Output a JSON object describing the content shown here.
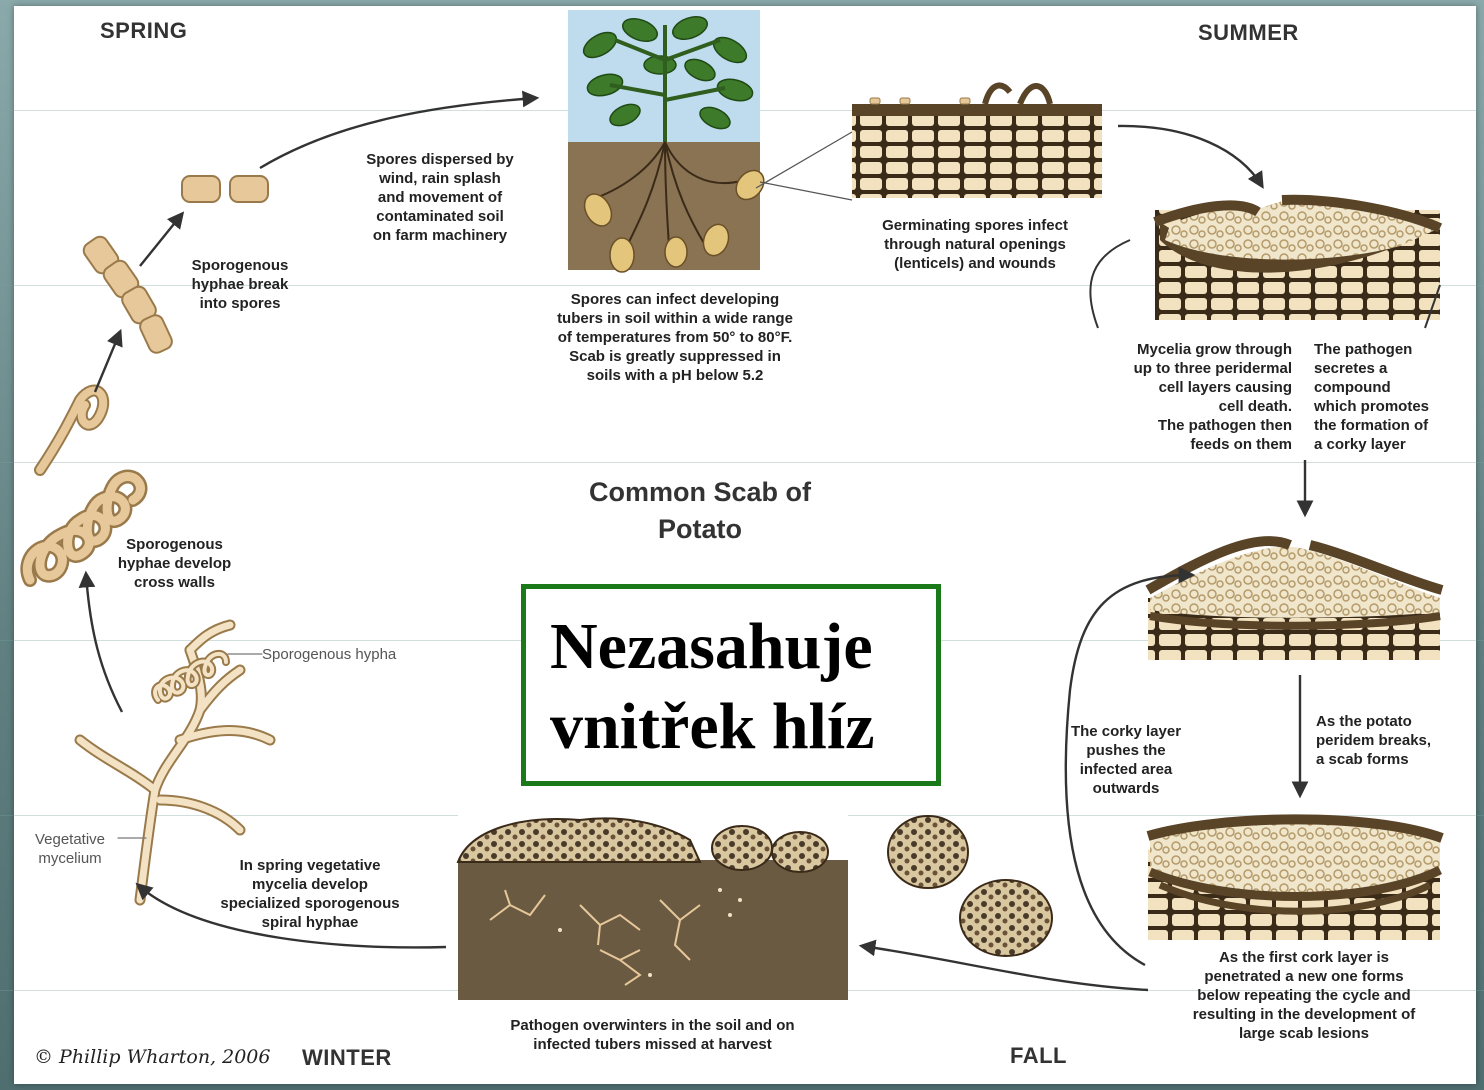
{
  "seasons": {
    "spring": "SPRING",
    "summer": "SUMMER",
    "fall": "FALL",
    "winter": "WINTER"
  },
  "title": "Common Scab of\nPotato",
  "overlay": {
    "text": "Nezasahuje\nvnitřek hlíz",
    "border_color": "#1a7a1a"
  },
  "labels": {
    "spores_dispersed": "Spores dispersed by\nwind, rain splash\nand movement of\ncontaminated soil\non farm machinery",
    "sporogenous_break": "Sporogenous\nhyphae break\ninto spores",
    "spores_infect": "Spores can infect developing\ntubers in soil within a wide range\nof temperatures from 50° to 80°F.\nScab is greatly suppressed in\nsoils with a pH below 5.2",
    "germinating": "Germinating spores infect\nthrough natural openings\n(lenticels) and wounds",
    "mycelia_grow": "Mycelia grow through\nup to three peridermal\ncell layers causing\ncell death.\nThe pathogen then\nfeeds on them",
    "pathogen_secretes": "The pathogen\nsecretes a\ncompound\nwhich promotes\nthe formation of\na corky layer",
    "cross_walls": "Sporogenous\nhyphae develop\ncross walls",
    "sporogenous_hypha": "Sporogenous hypha",
    "vegetative_mycelium": "Vegetative\nmycelium",
    "corky_layer": "The corky layer\npushes the\ninfected area\noutwards",
    "periderm_breaks": "As the potato\nperidem breaks,\na scab forms",
    "spring_vegetative": "In spring vegetative\nmycelia develop\nspecialized sporogenous\nspiral hyphae",
    "first_cork": "As the first cork layer is\npenetrated a new one forms\nbelow repeating the cycle and\nresulting in the development of\nlarge scab lesions",
    "overwinters": "Pathogen overwinters in the soil and on\ninfected tubers missed at harvest"
  },
  "copyright": "© Phillip Wharton, 2006",
  "colors": {
    "hypha": "#e6c89a",
    "hypha_stroke": "#9a7a4a",
    "soil": "#6b5a42",
    "sky": "#bfdcef",
    "leaf": "#3d7a2a",
    "cell": "#f2e2c0",
    "cell_stroke": "#3a2a18",
    "cork": "#5a4428",
    "arrow": "#333333"
  }
}
